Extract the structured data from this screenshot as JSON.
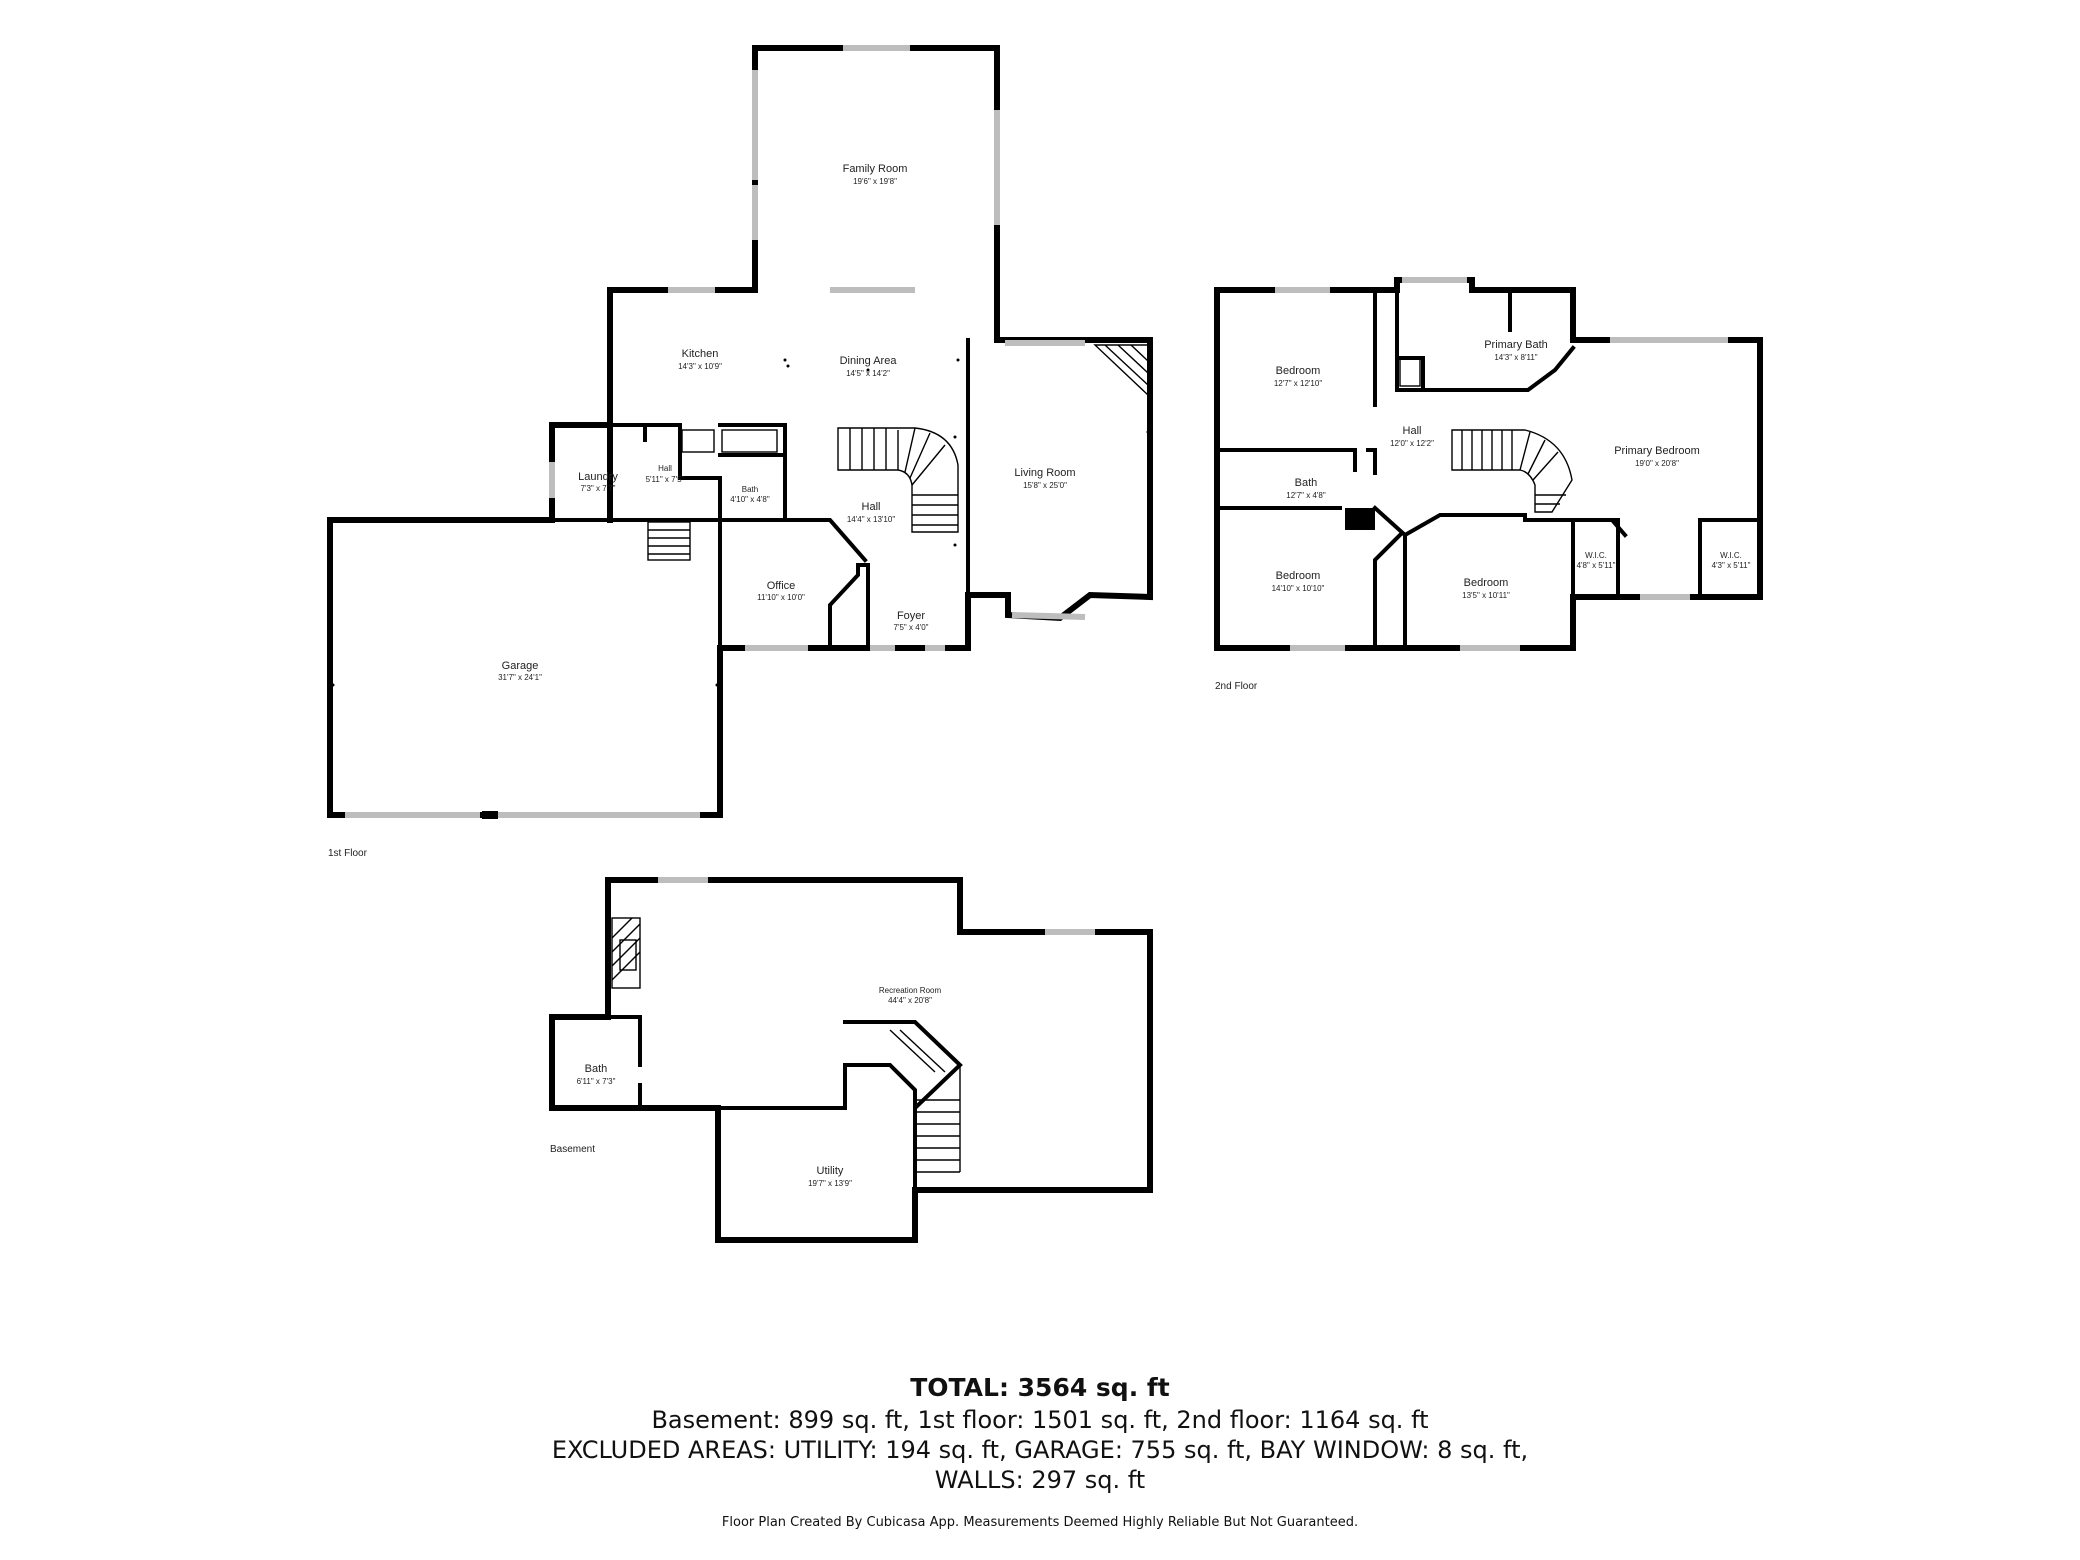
{
  "floors": {
    "first": {
      "label": "1st Floor",
      "rooms": {
        "family_room": {
          "name": "Family Room",
          "dims": "19'6\" x 19'8\""
        },
        "kitchen": {
          "name": "Kitchen",
          "dims": "14'3\" x 10'9\""
        },
        "dining_area": {
          "name": "Dining Area",
          "dims": "14'5\" x 14'2\""
        },
        "living_room": {
          "name": "Living Room",
          "dims": "15'8\" x 25'0\""
        },
        "laundry": {
          "name": "Laundry",
          "dims": "7'3\" x 7'7\""
        },
        "hall_small": {
          "name": "Hall",
          "dims": "5'11\" x 7'5\""
        },
        "bath": {
          "name": "Bath",
          "dims": "4'10\" x 4'8\""
        },
        "hall": {
          "name": "Hall",
          "dims": "14'4\" x 13'10\""
        },
        "office": {
          "name": "Office",
          "dims": "11'10\" x 10'0\""
        },
        "foyer": {
          "name": "Foyer",
          "dims": "7'5\" x 4'0\""
        },
        "garage": {
          "name": "Garage",
          "dims": "31'7\" x 24'1\""
        }
      }
    },
    "second": {
      "label": "2nd Floor",
      "rooms": {
        "bedroom_nw": {
          "name": "Bedroom",
          "dims": "12'7\" x 12'10\""
        },
        "primary_bath": {
          "name": "Primary Bath",
          "dims": "14'3\" x 8'11\""
        },
        "hall": {
          "name": "Hall",
          "dims": "12'0\" x 12'2\""
        },
        "primary_bedroom": {
          "name": "Primary Bedroom",
          "dims": "19'0\" x 20'8\""
        },
        "bath": {
          "name": "Bath",
          "dims": "12'7\" x 4'8\""
        },
        "bedroom_sw": {
          "name": "Bedroom",
          "dims": "14'10\" x 10'10\""
        },
        "bedroom_s": {
          "name": "Bedroom",
          "dims": "13'5\" x 10'11\""
        },
        "wic_1": {
          "name": "W.I.C.",
          "dims": "4'8\" x 5'11\""
        },
        "wic_2": {
          "name": "W.I.C.",
          "dims": "4'3\" x 5'11\""
        }
      }
    },
    "basement": {
      "label": "Basement",
      "rooms": {
        "recreation_room": {
          "name": "Recreation Room",
          "dims": "44'4\" x 20'8\""
        },
        "bath": {
          "name": "Bath",
          "dims": "6'11\" x 7'3\""
        },
        "utility": {
          "name": "Utility",
          "dims": "19'7\" x 13'9\""
        }
      }
    }
  },
  "summary": {
    "total": "TOTAL: 3564 sq. ft",
    "line1": "Basement: 899 sq. ft, 1st floor: 1501 sq. ft, 2nd floor: 1164 sq. ft",
    "line2": "EXCLUDED AREAS: UTILITY: 194 sq. ft, GARAGE: 755 sq. ft, BAY WINDOW: 8 sq. ft,",
    "line3": "WALLS: 297 sq. ft",
    "disclaimer": "Floor Plan Created By Cubicasa App. Measurements Deemed Highly Reliable But Not Guaranteed."
  }
}
